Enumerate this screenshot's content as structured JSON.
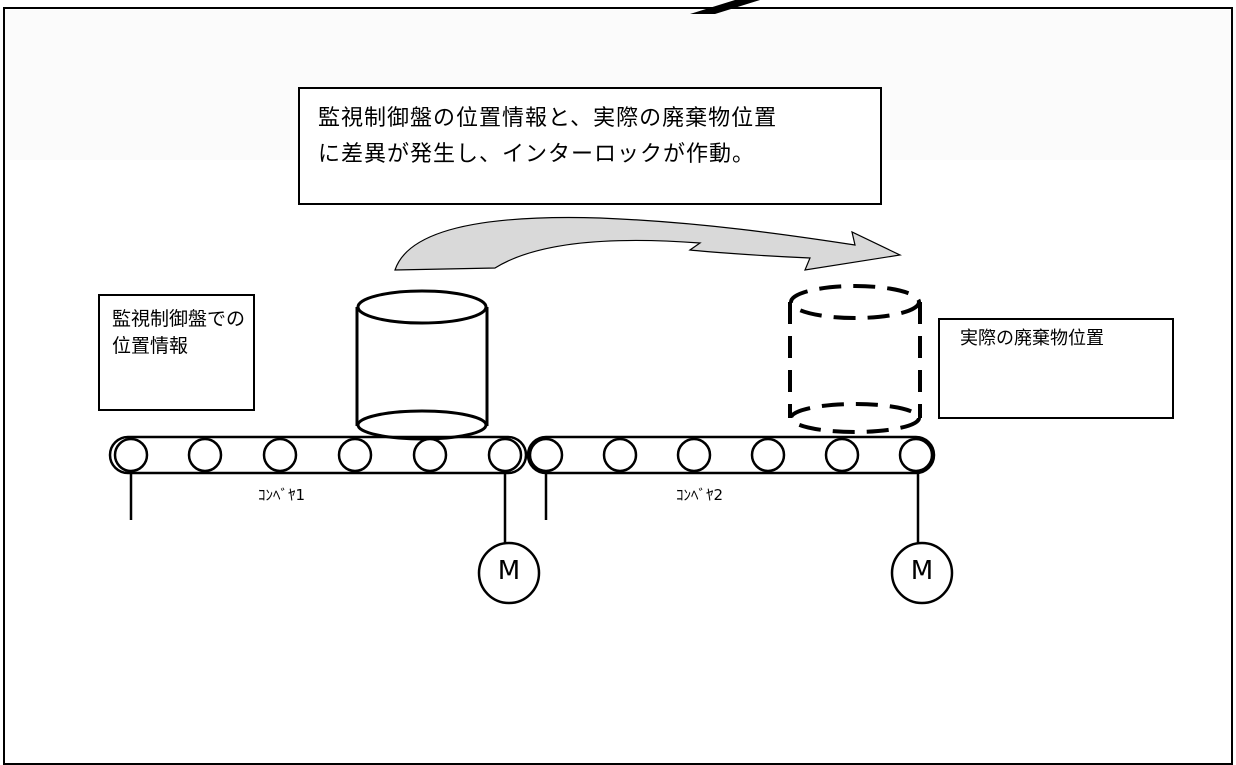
{
  "callout": {
    "text": "監視制御盤の位置情報と、実際の廃棄物位置\nに差異が発生し、インターロックが作動。"
  },
  "left_note": {
    "text": "監視制御盤での\n位置情報"
  },
  "right_note": {
    "text": "実際の廃棄物位置"
  },
  "conveyors": [
    {
      "label": "ｺﾝﾍﾞﾔ1",
      "motor": "M"
    },
    {
      "label": "ｺﾝﾍﾞﾔ2",
      "motor": "M"
    }
  ],
  "colors": {
    "arrow_fill": "#d9d9d9",
    "line": "#000000",
    "background": "#ffffff"
  }
}
